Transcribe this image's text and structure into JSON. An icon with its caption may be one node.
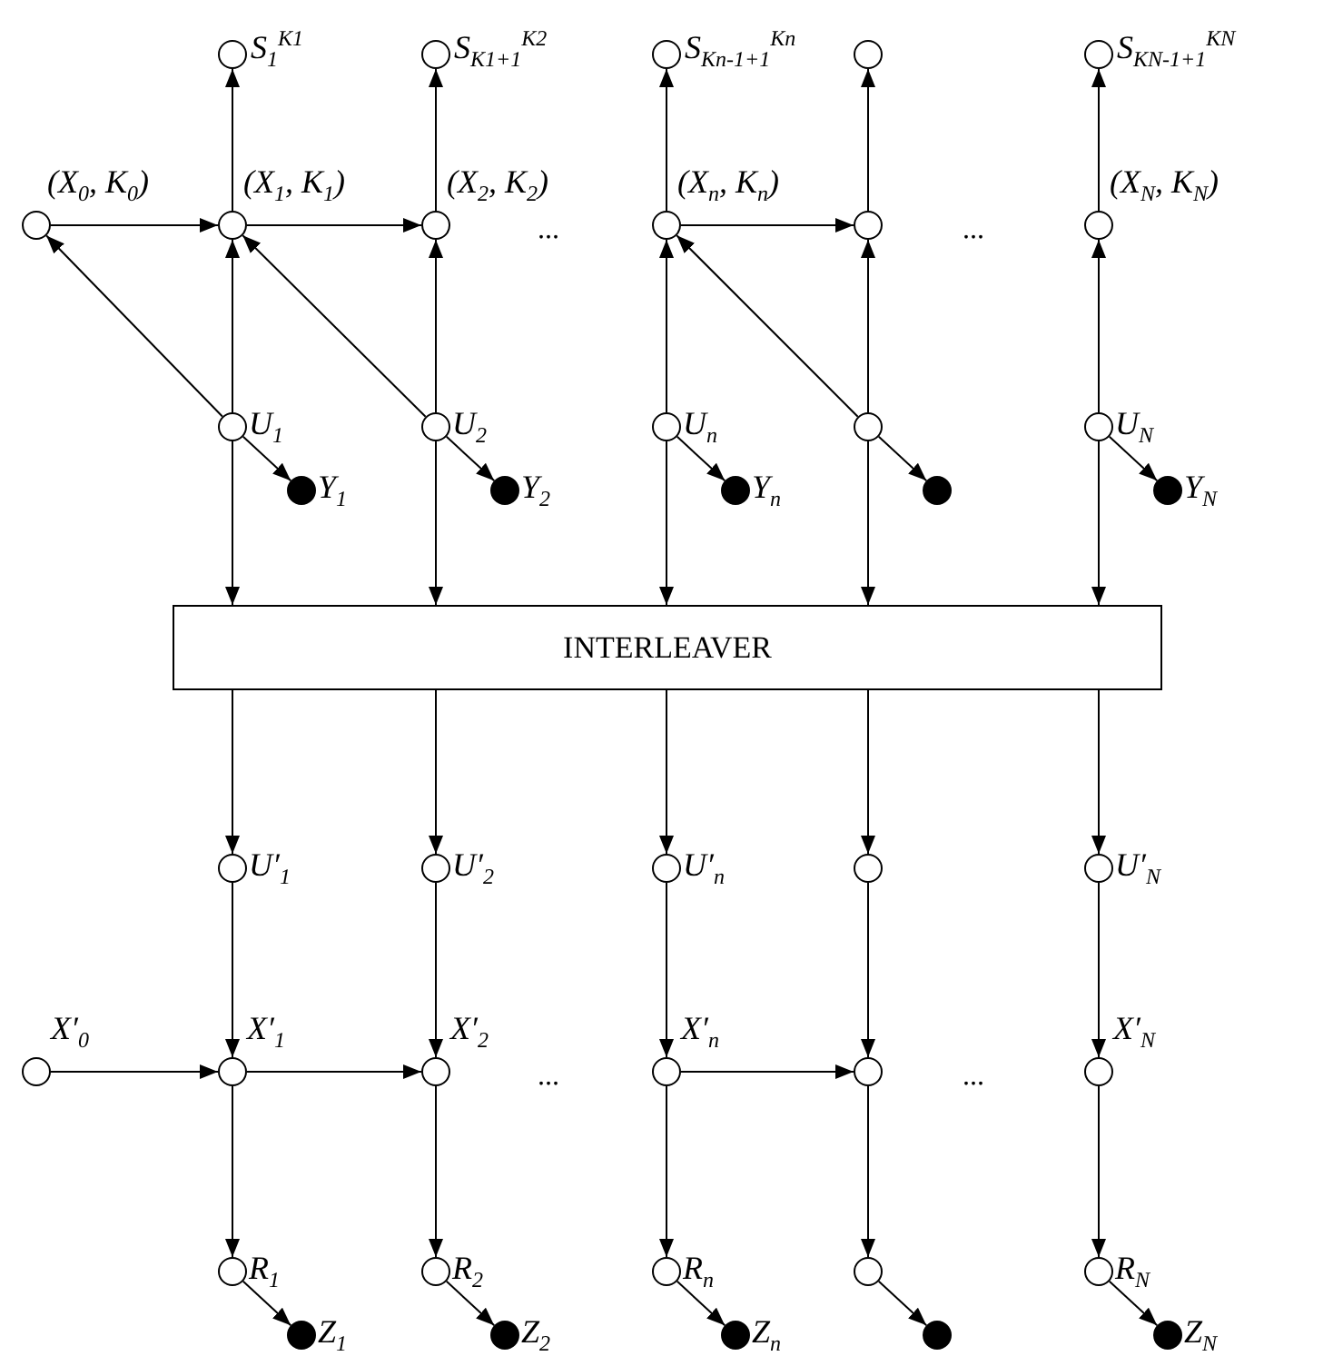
{
  "diagram": {
    "nodes": [
      {
        "text": [],
        "shape": "circle",
        "beside": [
          "S$_{1}$$^{K1}$"
        ]
      },
      {
        "text": [],
        "shape": "circle",
        "beside": [
          "S$_{K1+1}$$^{K2}$"
        ]
      },
      {
        "text": [],
        "shape": "circle",
        "beside": [
          "S$_{Kn-1+1}$$^{Kn}$"
        ]
      },
      {
        "text": [],
        "shape": "circle"
      },
      {
        "text": [],
        "shape": "circle",
        "beside": [
          "S$_{KN-1+1}$$^{KN}$"
        ]
      },
      {
        "text": [],
        "shape": "circle",
        "beside": [
          "(X$_{0}$, K$_{0}$)"
        ]
      },
      {
        "text": [],
        "shape": "circle",
        "beside": [
          "(X$_{1}$, K$_{1}$)"
        ]
      },
      {
        "text": [],
        "shape": "circle",
        "beside": [
          "(X$_{2}$, K$_{2}$)"
        ]
      },
      {
        "text": [],
        "shape": "circle",
        "beside": [
          "(X$_{n}$, K$_{n}$)"
        ]
      },
      {
        "text": [],
        "shape": "circle"
      },
      {
        "text": [],
        "shape": "circle",
        "beside": [
          "(X$_{N}$, K$_{N}$)"
        ]
      },
      {
        "text": [],
        "shape": "circle",
        "beside": [
          "U$_{1}$"
        ]
      },
      {
        "text": [],
        "shape": "circle",
        "beside": [
          "U$_{2}$"
        ]
      },
      {
        "text": [],
        "shape": "circle",
        "beside": [
          "U$_{n}$"
        ]
      },
      {
        "text": [],
        "shape": "circle"
      },
      {
        "text": [],
        "shape": "circle",
        "beside": [
          "U$_{N}$"
        ]
      },
      {
        "text": [],
        "shape": "circle",
        "beside": [
          "Y$_{1}$"
        ]
      },
      {
        "text": [],
        "shape": "circle",
        "beside": [
          "Y$_{2}$"
        ]
      },
      {
        "text": [],
        "shape": "circle",
        "beside": [
          "Y$_{n}$"
        ]
      },
      {
        "text": [],
        "shape": "circle"
      },
      {
        "text": [],
        "shape": "circle",
        "beside": [
          "Y$_{N}$"
        ]
      },
      {
        "text": [
          "INTERLEAVER"
        ]
      },
      {
        "text": [],
        "shape": "circle",
        "beside": [
          "U′$_{1}$"
        ]
      },
      {
        "text": [],
        "shape": "circle",
        "beside": [
          "U′$_{2}$"
        ]
      },
      {
        "text": [],
        "shape": "circle",
        "beside": [
          "U′$_{n}$"
        ]
      },
      {
        "text": [],
        "shape": "circle"
      },
      {
        "text": [],
        "shape": "circle",
        "beside": [
          "U′$_{N}$"
        ]
      },
      {
        "text": [],
        "shape": "circle",
        "beside": [
          "X′$_{0}$"
        ]
      },
      {
        "text": [],
        "shape": "circle",
        "beside": [
          "X′$_{1}$"
        ]
      },
      {
        "text": [],
        "shape": "circle",
        "beside": [
          "X′$_{2}$"
        ]
      },
      {
        "text": [],
        "shape": "circle",
        "beside": [
          "X′$_{n}$"
        ]
      },
      {
        "text": [],
        "shape": "circle"
      },
      {
        "text": [],
        "shape": "circle",
        "beside": [
          "X′$_{N}$"
        ]
      },
      {
        "text": [],
        "shape": "circle",
        "beside": [
          "R$_{1}$"
        ]
      },
      {
        "text": [],
        "shape": "circle",
        "beside": [
          "R$_{2}$"
        ]
      },
      {
        "text": [],
        "shape": "circle",
        "beside": [
          "R$_{n}$"
        ]
      },
      {
        "text": [],
        "shape": "circle"
      },
      {
        "text": [],
        "shape": "circle",
        "beside": [
          "R$_{N}$"
        ]
      },
      {
        "text": [],
        "shape": "circle",
        "beside": [
          "Z$_{1}$"
        ]
      },
      {
        "text": [],
        "shape": "circle",
        "beside": [
          "Z$_{2}$"
        ]
      },
      {
        "text": [],
        "shape": "circle",
        "beside": [
          "Z$_{n}$"
        ]
      },
      {
        "text": [],
        "shape": "circle"
      },
      {
        "text": [],
        "shape": "circle",
        "beside": [
          "Z$_{N}$"
        ]
      }
    ],
    "edges": [
      {
        "from": 5,
        "to": 6,
        "arrow": "to"
      },
      {
        "from": 6,
        "to": 7,
        "arrow": "to"
      },
      {
        "from": 8,
        "to": 9,
        "arrow": "to"
      },
      {
        "from": 6,
        "to": 0,
        "arrow": "to"
      },
      {
        "from": 7,
        "to": 1,
        "arrow": "to"
      },
      {
        "from": 8,
        "to": 2,
        "arrow": "to"
      },
      {
        "from": 9,
        "to": 3,
        "arrow": "to"
      },
      {
        "from": 10,
        "to": 4,
        "arrow": "to"
      },
      {
        "from": 11,
        "to": 6,
        "arrow": "to"
      },
      {
        "from": 12,
        "to": 7,
        "arrow": "to"
      },
      {
        "from": 13,
        "to": 8,
        "arrow": "to"
      },
      {
        "from": 14,
        "to": 9,
        "arrow": "to"
      },
      {
        "from": 15,
        "to": 10,
        "arrow": "to"
      },
      {
        "from": 11,
        "to": 5,
        "arrow": "to"
      },
      {
        "from": 12,
        "to": 6,
        "arrow": "to"
      },
      {
        "from": 14,
        "to": 8,
        "arrow": "to"
      },
      {
        "from": 11,
        "to": 16,
        "arrow": "to"
      },
      {
        "from": 12,
        "to": 17,
        "arrow": "to"
      },
      {
        "from": 13,
        "to": 18,
        "arrow": "to"
      },
      {
        "from": 14,
        "to": 19,
        "arrow": "to"
      },
      {
        "from": 15,
        "to": 20,
        "arrow": "to"
      },
      {
        "from": 11,
        "to": 21,
        "arrow": "to"
      },
      {
        "from": 12,
        "to": 21,
        "arrow": "to"
      },
      {
        "from": 13,
        "to": 21,
        "arrow": "to"
      },
      {
        "from": 14,
        "to": 21,
        "arrow": "to"
      },
      {
        "from": 15,
        "to": 21,
        "arrow": "to"
      },
      {
        "from": 21,
        "to": 22,
        "arrow": "to"
      },
      {
        "from": 21,
        "to": 23,
        "arrow": "to"
      },
      {
        "from": 21,
        "to": 24,
        "arrow": "to"
      },
      {
        "from": 21,
        "to": 25,
        "arrow": "to"
      },
      {
        "from": 21,
        "to": 26,
        "arrow": "to"
      },
      {
        "from": 22,
        "to": 28,
        "arrow": "to"
      },
      {
        "from": 23,
        "to": 29,
        "arrow": "to"
      },
      {
        "from": 24,
        "to": 30,
        "arrow": "to"
      },
      {
        "from": 25,
        "to": 31,
        "arrow": "to"
      },
      {
        "from": 26,
        "to": 32,
        "arrow": "to"
      },
      {
        "from": 27,
        "to": 28,
        "arrow": "to"
      },
      {
        "from": 28,
        "to": 29,
        "arrow": "to"
      },
      {
        "from": 30,
        "to": 31,
        "arrow": "to"
      },
      {
        "from": 28,
        "to": 33,
        "arrow": "to"
      },
      {
        "from": 29,
        "to": 34,
        "arrow": "to"
      },
      {
        "from": 30,
        "to": 35,
        "arrow": "to"
      },
      {
        "from": 31,
        "to": 36,
        "arrow": "to"
      },
      {
        "from": 32,
        "to": 37,
        "arrow": "to"
      },
      {
        "from": 33,
        "to": 38,
        "arrow": "to"
      },
      {
        "from": 34,
        "to": 39,
        "arrow": "to"
      },
      {
        "from": 35,
        "to": 40,
        "arrow": "to"
      },
      {
        "from": 36,
        "to": 41,
        "arrow": "to"
      },
      {
        "from": 37,
        "to": 42,
        "arrow": "to"
      }
    ],
    "labels": [
      "...",
      "...",
      "...",
      "..."
    ]
  }
}
